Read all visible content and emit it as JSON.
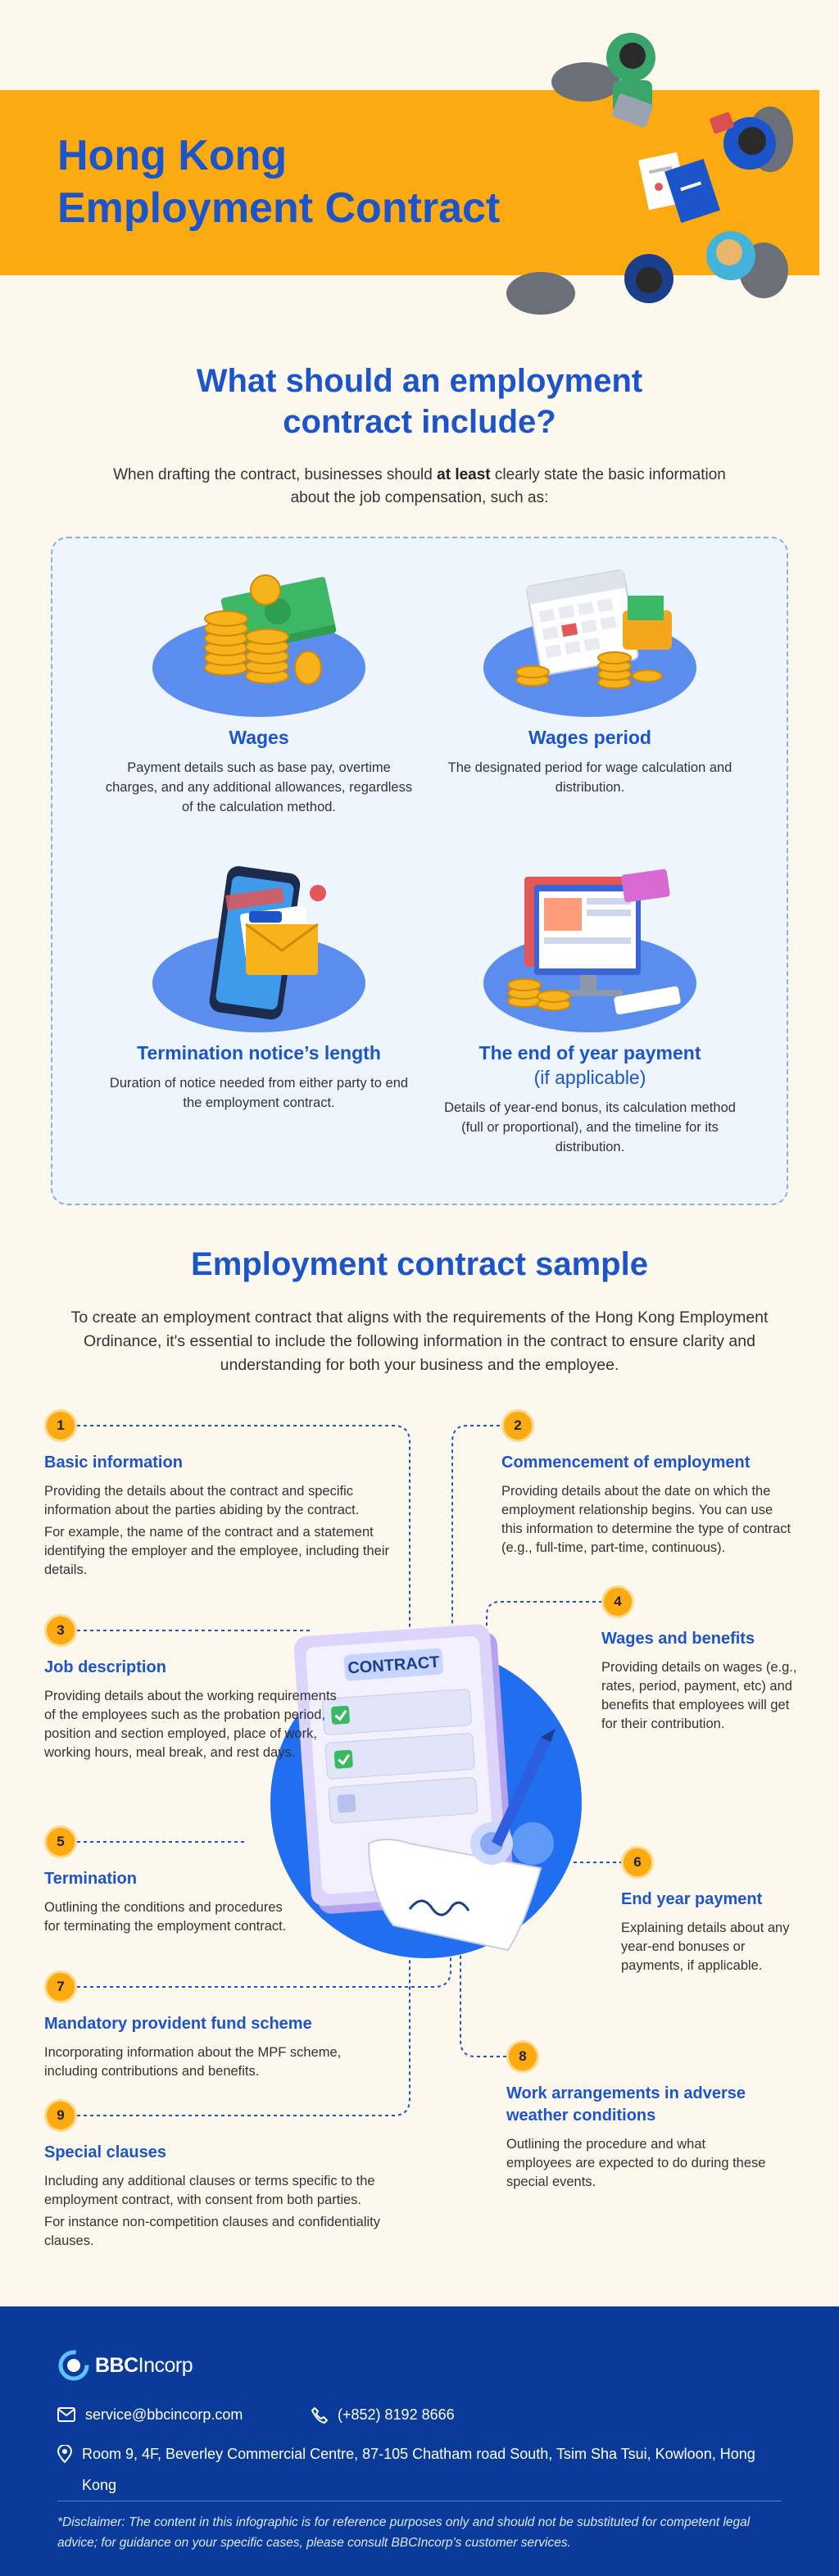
{
  "hero": {
    "title_line1": "Hong Kong",
    "title_line2": "Employment Contract"
  },
  "section1": {
    "title_line1": "What should an employment",
    "title_line2": "contract include?",
    "intro_before": "When drafting the contract, businesses should ",
    "intro_bold": "at least",
    "intro_after": " clearly state the basic information about the job compensation, such as:",
    "features": [
      {
        "icon": "money-stack-icon",
        "title": "Wages",
        "subtitle": "",
        "description": "Payment details such as base pay, overtime charges, and any additional allowances, regardless of the calculation method."
      },
      {
        "icon": "calendar-coins-icon",
        "title": "Wages period",
        "subtitle": "",
        "description": "The designated period for wage calculation and distribution."
      },
      {
        "icon": "phone-mail-icon",
        "title": "Termination notice’s length",
        "subtitle": "",
        "description": "Duration of notice needed from either party to end the employment contract."
      },
      {
        "icon": "computer-payment-icon",
        "title": "The end of year payment",
        "subtitle": "(if applicable)",
        "description": "Details of year-end bonus, its calculation method (full or proportional), and the timeline for its distribution."
      }
    ]
  },
  "section2": {
    "title": "Employment contract sample",
    "intro": "To create an employment contract that aligns with the requirements of the Hong Kong Employment Ordinance, it's essential to include the following information in the contract to ensure clarity and understanding for both your business and the employee.",
    "contract_label": "CONTRACT",
    "items": [
      {
        "num": "1",
        "title": "Basic information",
        "paragraphs": [
          "Providing the details about the contract and specific information about the parties abiding by the contract.",
          "For example, the name of the contract and a statement identifying the employer and the employee, including their details."
        ]
      },
      {
        "num": "2",
        "title": "Commencement of employment",
        "paragraphs": [
          "Providing details about the date on which the employment relationship begins. You can use this information to determine the type of contract (e.g., full-time, part-time, continuous)."
        ]
      },
      {
        "num": "3",
        "title": "Job description",
        "paragraphs": [
          "Providing details about the working requirements of the employees such as the probation period, position and section employed, place of work, working hours, meal break, and rest days."
        ]
      },
      {
        "num": "4",
        "title": "Wages and benefits",
        "paragraphs": [
          "Providing details on wages (e.g., rates, period, payment, etc) and benefits that employees will get for their contribution."
        ]
      },
      {
        "num": "5",
        "title": "Termination",
        "paragraphs": [
          "Outlining the conditions and procedures for terminating the employment contract."
        ]
      },
      {
        "num": "6",
        "title": "End year payment",
        "paragraphs": [
          "Explaining details about any year-end bonuses or payments, if applicable."
        ]
      },
      {
        "num": "7",
        "title": "Mandatory provident fund scheme",
        "paragraphs": [
          "Incorporating information about the MPF scheme, including contributions and benefits."
        ]
      },
      {
        "num": "8",
        "title": "Work arrangements in adverse weather conditions",
        "paragraphs": [
          "Outlining the procedure and what employees are expected to do during these special events."
        ]
      },
      {
        "num": "9",
        "title": "Special clauses",
        "paragraphs": [
          "Including any additional clauses or terms specific to the employment contract, with consent from both parties.",
          "For instance non-competition clauses and confidentiality clauses."
        ]
      }
    ]
  },
  "footer": {
    "logo_bold": "BBC",
    "logo_thin": "Incorp",
    "email": "service@bbcincorp.com",
    "phone": "(+852) 8192 8666",
    "address": "Room 9, 4F, Beverley Commercial Centre, 87-105 Chatham road South, Tsim Sha Tsui, Kowloon, Hong Kong",
    "disclaimer": "*Disclaimer: The content in this infographic is for reference purposes only and should not be substituted for competent legal advice; for guidance on your specific cases, please consult BBCIncorp’s customer services."
  },
  "colors": {
    "brand_blue": "#1b55c9",
    "accent_orange": "#fbaa12",
    "footer_blue": "#0b3b9a",
    "background": "#fdf8ee"
  }
}
